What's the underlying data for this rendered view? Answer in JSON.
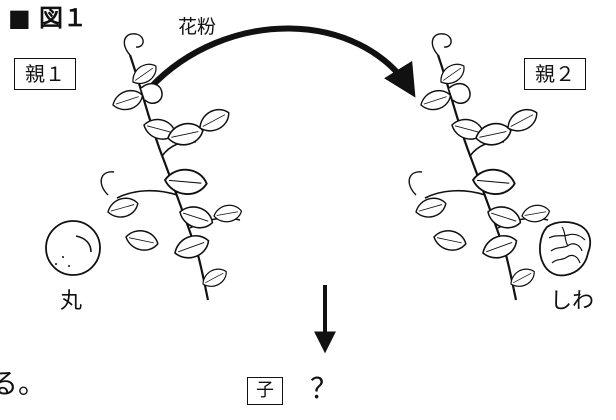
{
  "figure": {
    "title": "■ 図１",
    "pollen_label": "花粉",
    "parent1_label": "親１",
    "parent2_label": "親２",
    "seed1_label": "丸",
    "seed2_label": "しわ",
    "child_label": "子",
    "question_mark": "？",
    "cut_off_text": "る。",
    "ink_color": "#111111"
  }
}
